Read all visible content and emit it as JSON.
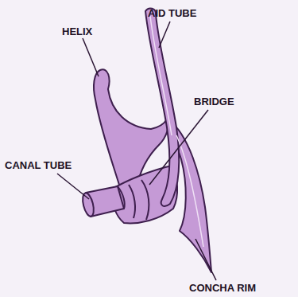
{
  "diagram": {
    "labels": [
      "HELIX",
      "AID TUBE",
      "BRIDGE",
      "CANAL TUBE",
      "CONCHA RIM"
    ]
  }
}
